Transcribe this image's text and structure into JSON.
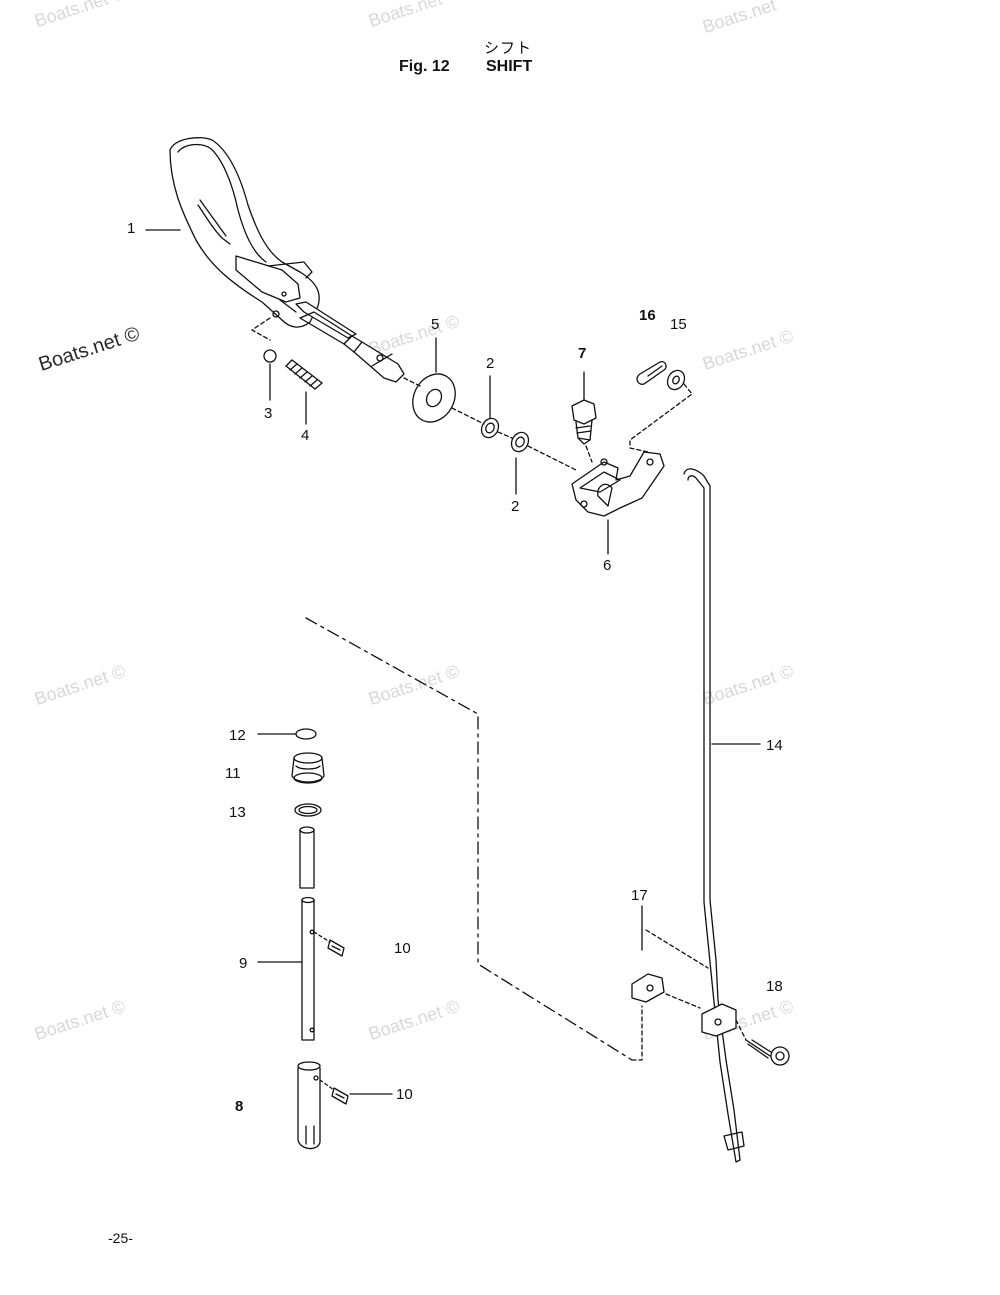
{
  "header": {
    "title_jp": "シフト",
    "fig_label": "Fig. 12",
    "title": "SHIFT"
  },
  "watermarks": {
    "text": "Boats.net",
    "copyright_text": "Boats.net ©"
  },
  "parts": {
    "p1": "1",
    "p2a": "2",
    "p2b": "2",
    "p3": "3",
    "p4": "4",
    "p5": "5",
    "p6": "6",
    "p7": "7",
    "p8": "8",
    "p9": "9",
    "p10a": "10",
    "p10b": "10",
    "p11": "11",
    "p12": "12",
    "p13": "13",
    "p14": "14",
    "p15": "15",
    "p16": "16",
    "p17": "17",
    "p18": "18"
  },
  "footer": {
    "page_number": "-25-"
  }
}
